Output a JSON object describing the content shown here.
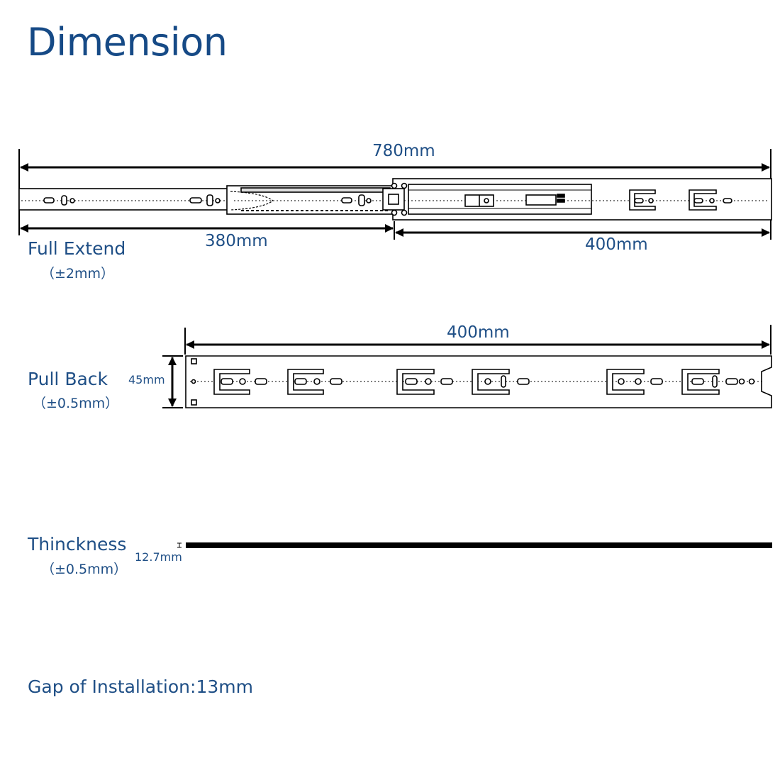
{
  "title": "Dimension",
  "full_extend": {
    "label": "Full Extend",
    "tolerance": "（±2mm）",
    "total": "780mm",
    "inner": "380mm",
    "outer": "400mm"
  },
  "pull_back": {
    "label": "Pull Back",
    "tolerance": "（±0.5mm）",
    "length": "400mm",
    "height": "45mm"
  },
  "thickness": {
    "label": "Thinckness",
    "tolerance": "（±0.5mm）",
    "value": "12.7mm"
  },
  "gap": {
    "text": "Gap of Installation:13mm"
  },
  "colors": {
    "text": "#1f4f86",
    "line": "#000000"
  }
}
